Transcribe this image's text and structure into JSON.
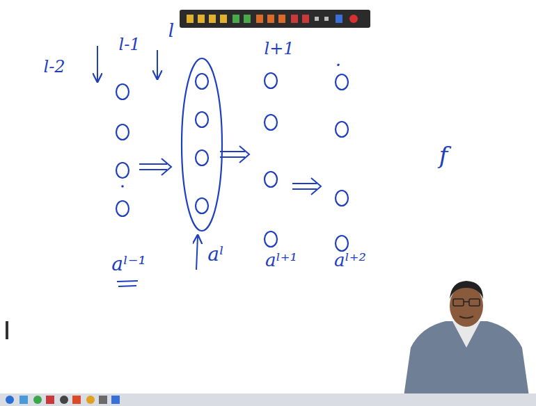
{
  "diagram": {
    "labels": [
      "l-2",
      "l-1",
      "l",
      "l+1",
      ".",
      "f",
      "aˡ⁻¹",
      "aˡ",
      "aˡ⁺¹",
      "aˡ⁺²"
    ]
  }
}
